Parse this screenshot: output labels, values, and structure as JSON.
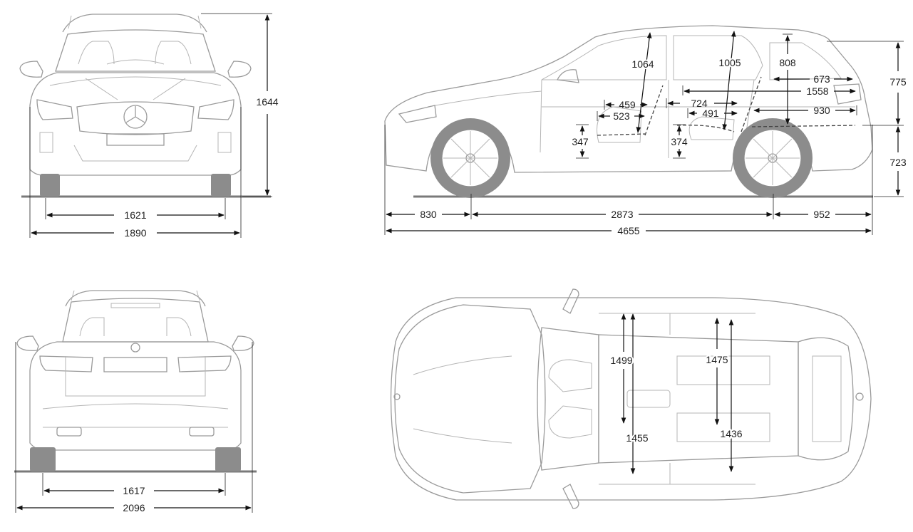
{
  "front_view": {
    "track": "1621",
    "width": "1890",
    "height": "1644"
  },
  "rear_view": {
    "track": "1617",
    "width_mirrors": "2096"
  },
  "side_view": {
    "front_overhang": "830",
    "wheelbase": "2873",
    "rear_overhang": "952",
    "length": "4655",
    "headroom_front": "1064",
    "headroom_rear": "1005",
    "cargo_height": "808",
    "cargo_length_short": "673",
    "cargo_length_long": "1558",
    "cargo_floor_length": "930",
    "legroom_front_a": "459",
    "legroom_front_b": "523",
    "legroom_rear_a": "724",
    "legroom_rear_b": "491",
    "seat_height_front": "347",
    "seat_height_rear": "374",
    "roof_above_sill": "775",
    "sill_height": "723"
  },
  "top_view": {
    "shoulder_front": "1499",
    "shoulder_rear": "1475",
    "hip_front": "1455",
    "hip_rear": "1436"
  }
}
